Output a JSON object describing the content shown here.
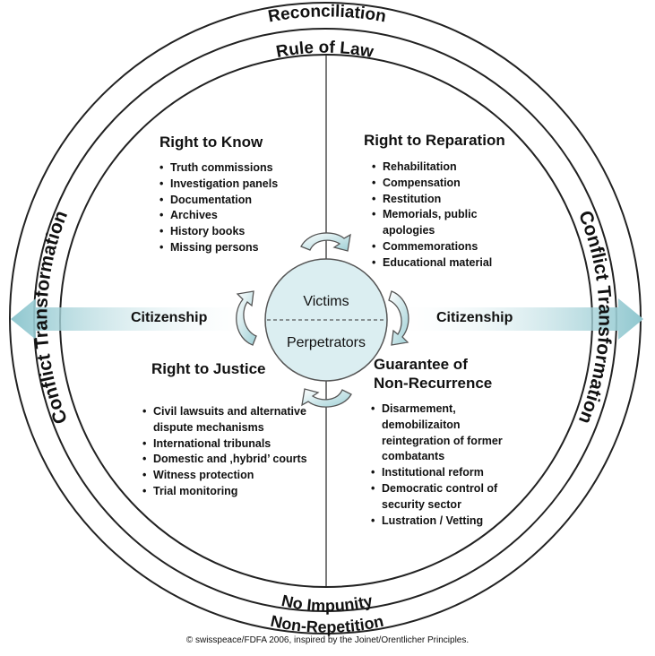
{
  "ring": {
    "top_outer": "Reconciliation",
    "top_inner": "Rule of Law",
    "bottom_inner": "No Impunity",
    "bottom_outer": "Non-Repetition",
    "left": "Conflict Transformation",
    "right": "Conflict Transformation"
  },
  "center": {
    "top": "Victims",
    "bottom": "Perpetrators"
  },
  "citizenship": {
    "left": "Citizenship",
    "right": "Citizenship"
  },
  "quadrants": {
    "know": {
      "title": "Right to Know",
      "items": [
        "Truth commissions",
        "Investigation panels",
        "Documentation",
        "Archives",
        "History books",
        "Missing persons"
      ]
    },
    "reparation": {
      "title": "Right to Reparation",
      "items": [
        "Rehabilitation",
        "Compensation",
        "Restitution",
        "Memorials, public apologies",
        "Commemorations",
        "Educational material"
      ]
    },
    "justice": {
      "title": "Right to Justice",
      "items": [
        "Civil lawsuits and alternative dispute mechanisms",
        "International tribunals",
        "Domestic and ‚hybrid’ courts",
        "Witness protection",
        "Trial monitoring"
      ]
    },
    "recurrence": {
      "title_line1": "Guarantee of",
      "title_line2": "Non-Recurrence",
      "items": [
        "Disarmement, demobilizaiton reintegration of former combatants",
        "Institutional reform",
        "Democratic control of security sector",
        "Lustration / Vetting"
      ]
    }
  },
  "credit": "© swisspeace/FDFA 2006, inspired by the Joinet/Orentlicher Principles.",
  "colors": {
    "arrow_teal": "#a9d3d8",
    "circle_fill": "#dbeef1",
    "outline": "#222222"
  }
}
